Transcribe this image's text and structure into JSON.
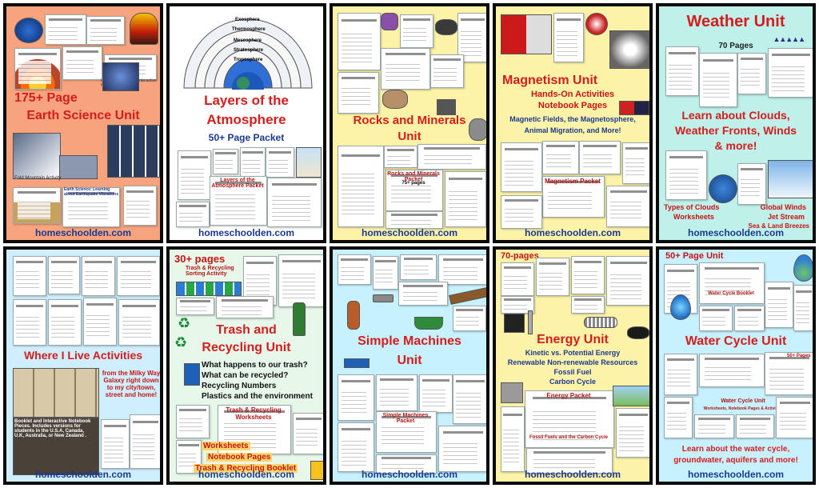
{
  "site": "homeschoolden.com",
  "cards": [
    {
      "id": "earth",
      "title1": "175+ Page",
      "title2": "Earth Science Unit",
      "note1": "Fold Mountain Activity",
      "note2": "Earth Science: Learning about Earthquake Vibrations",
      "note3": "Layers of the Earth - Interactive Notebook Activity"
    },
    {
      "id": "atmosphere",
      "title1": "Layers of the",
      "title2": "Atmosphere",
      "subtitle": "50+ Page Packet",
      "layers": [
        "Exosphere",
        "Thermosphere",
        "Mesosphere",
        "Stratosphere",
        "Troposphere"
      ],
      "packet": "Layers of the Atmosphere Packet"
    },
    {
      "id": "rocks",
      "title1": "Rocks and Minerals",
      "title2": "Unit",
      "packet": "Rocks and Minerals Packet",
      "pages": "75+ pages"
    },
    {
      "id": "magnetism",
      "title": "Magnetism Unit",
      "sub1": "Hands-On Activities",
      "sub2": "Notebook Pages",
      "sub3": "Magnetic Fields, the Magnetosphere,",
      "sub4": "Animal Migration, and More!",
      "packet": "Magnetism Packet"
    },
    {
      "id": "weather",
      "title": "Weather Unit",
      "pages": "70 Pages",
      "body1": "Learn about Clouds,",
      "body2": "Weather Fronts, Winds",
      "body3": "& more!",
      "l1": "Types of Clouds",
      "l2": "Worksheets",
      "r1": "Global Winds",
      "r2": "Jet Stream",
      "r3": "Sea & Land Breezes"
    },
    {
      "id": "wherelive",
      "title": "Where I Live Activities",
      "right": "from the Milky Way Galaxy right down to my city/town, street and home!",
      "left": "Booklet and Interactive Notebook Pieces. Includes versions for students in the U.S.A, Canada, U.K, Australia, or New Zealand ."
    },
    {
      "id": "trash",
      "pages": "30+ pages",
      "sorting": "Trash & Recycling Sorting Activity",
      "title1": "Trash and",
      "title2": "Recycling Unit",
      "b1": "What happens to our trash?",
      "b2": "What can be recycled?",
      "b3": "Recycling Numbers",
      "b4": "Plastics and the environment",
      "ws": "Trash & Recycling Worksheets",
      "f1": "Worksheets",
      "f2": "Notebook Pages",
      "f3": "Trash & Recycling Booklet"
    },
    {
      "id": "machines",
      "title1": "Simple Machines",
      "title2": "Unit",
      "packet": "Simple Machines Packet"
    },
    {
      "id": "energy",
      "pages": "70-pages",
      "title": "Energy Unit",
      "b1": "Kinetic vs. Potential Energy",
      "b2": "Renewable Non-renewable Resources",
      "b3": "Fossil Fuel",
      "b4": "Carbon Cycle",
      "packet": "Energy Packet",
      "foot": "Fossil Fuels and the Carbon Cycle"
    },
    {
      "id": "water",
      "pages": "50+ Page Unit",
      "booklet": "Water Cycle Booklet",
      "title": "Water Cycle Unit",
      "mid": "Water Cycle Unit",
      "mid2": "Worksheets, Notebook Pages & Activities",
      "body1": "Learn about the water cycle,",
      "body2": "groundwater, aquifers and more!",
      "side": "50+ Pages"
    }
  ],
  "colors": {
    "red": "#d61d1d",
    "blue": "#1b3a8f",
    "orange": "#f7a37e",
    "cream": "#fdf3a8",
    "lightblue": "#cfeefe",
    "aqua": "#bff0ea",
    "border": "#0a0a0a"
  }
}
